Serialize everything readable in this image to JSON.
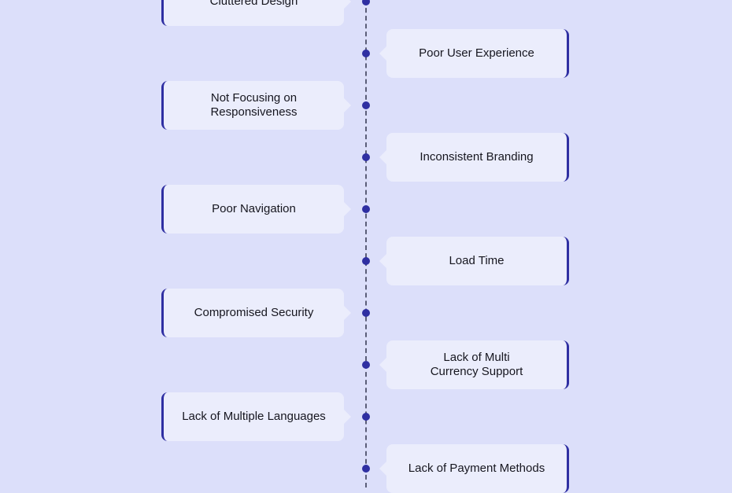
{
  "timeline": {
    "items": [
      {
        "label": "Cluttered Design",
        "side": "left"
      },
      {
        "label": "Poor User Experience",
        "side": "right"
      },
      {
        "label": "Not Focusing on\nResponsiveness",
        "side": "left"
      },
      {
        "label": "Inconsistent Branding",
        "side": "right"
      },
      {
        "label": "Poor Navigation",
        "side": "left"
      },
      {
        "label": "Load Time",
        "side": "right"
      },
      {
        "label": "Compromised Security",
        "side": "left"
      },
      {
        "label": "Lack of Multi\nCurrency Support",
        "side": "right"
      },
      {
        "label": "Lack of Multiple Languages",
        "side": "left"
      },
      {
        "label": "Lack of Payment Methods",
        "side": "right"
      }
    ]
  }
}
